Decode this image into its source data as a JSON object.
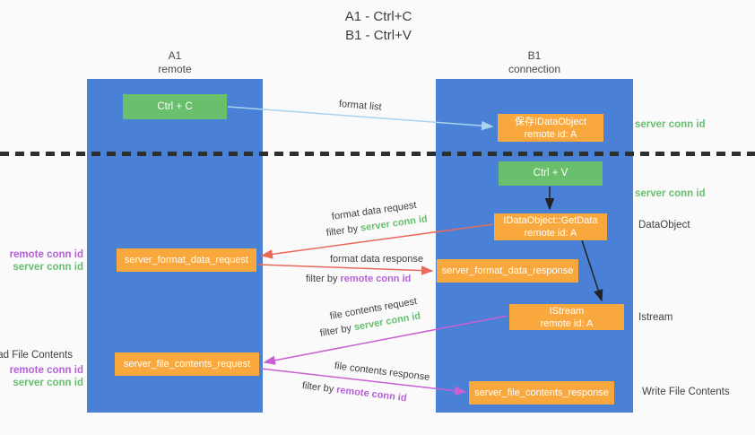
{
  "title": {
    "line_a": "A1 - Ctrl+C",
    "line_b": "B1 - Ctrl+V"
  },
  "columns": {
    "a1": {
      "name": "A1",
      "role": "remote"
    },
    "b1": {
      "name": "B1",
      "role": "connection"
    }
  },
  "boxes": {
    "ctrl_c": {
      "label": "Ctrl + C"
    },
    "ctrl_v": {
      "label": "Ctrl + V"
    },
    "save_idataobject": {
      "line1": "保存IDataObject",
      "line2": "remote id: A"
    },
    "getdata": {
      "line1": "IDataObject::GetData",
      "line2": "remote id: A"
    },
    "istream": {
      "line1": "IStream",
      "line2": "remote id: A"
    },
    "format_data_request": {
      "label": "server_format_data_request"
    },
    "format_data_response": {
      "label": "server_format_data_response"
    },
    "file_contents_request": {
      "label": "server_file_contents_request"
    },
    "file_contents_response": {
      "label": "server_file_contents_response"
    }
  },
  "arrow_labels": {
    "format_list": {
      "label": "format list"
    },
    "format_data_request": {
      "label": "format data request",
      "filter_prefix": "filter by ",
      "filter_key": "server conn id"
    },
    "format_data_response": {
      "label": "format data response",
      "filter_prefix": "filter by ",
      "filter_key": "remote conn id"
    },
    "file_contents_request": {
      "label": "file contents request",
      "filter_prefix": "filter by ",
      "filter_key": "server conn id"
    },
    "file_contents_response": {
      "label": "file contents response",
      "filter_prefix": "filter by ",
      "filter_key": "remote conn id"
    }
  },
  "side_labels": {
    "right_server_conn_id_1": "server conn id",
    "right_server_conn_id_2": "server conn id",
    "dataobject": "DataObject",
    "istream": "Istream",
    "write_file_contents": "Write File Contents",
    "left_remote_conn_id_1": "remote conn id",
    "left_server_conn_id_1": "server conn id",
    "read_file_contents": "Read File Contents",
    "left_remote_conn_id_2": "remote conn id",
    "left_server_conn_id_2": "server conn id"
  },
  "colors": {
    "lifeline_blue": "#4a80d6",
    "box_green": "#6abf6c",
    "box_orange": "#f9a83d",
    "arrow_red": "#e96a5a",
    "arrow_magenta": "#c95fd0",
    "arrow_light_blue": "#aad4f0",
    "arrow_black": "#222222",
    "text_green": "#67c06e",
    "text_purple": "#b562d6"
  }
}
